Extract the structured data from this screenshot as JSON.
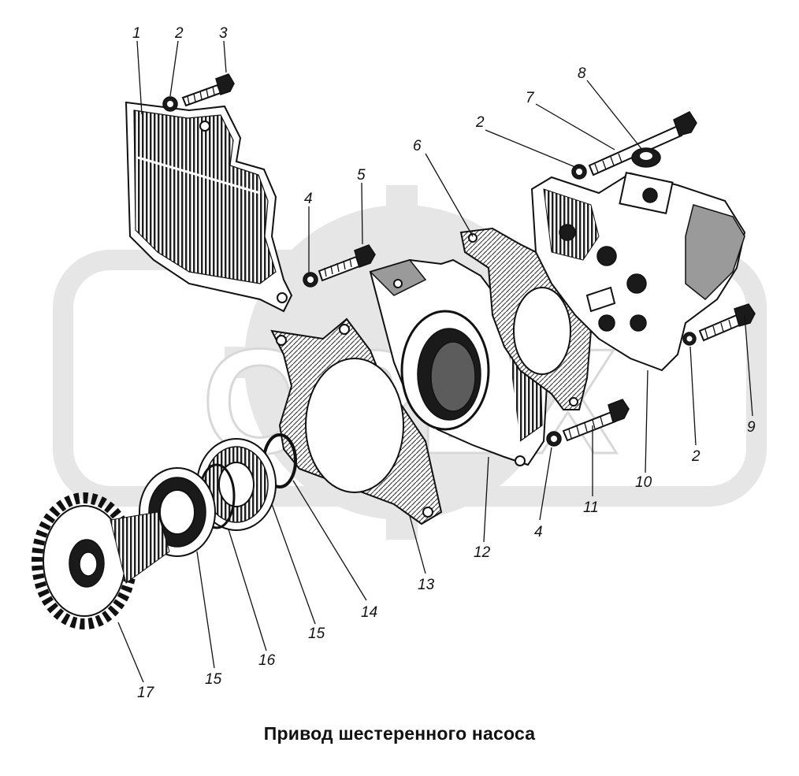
{
  "caption": "Привод шестеренного насоса",
  "watermark": {
    "text": "ОРЕХ",
    "color": "#e6e6e6"
  },
  "callouts": [
    {
      "id": "c-1",
      "label": "1"
    },
    {
      "id": "c-2a",
      "label": "2"
    },
    {
      "id": "c-3",
      "label": "3"
    },
    {
      "id": "c-4a",
      "label": "4"
    },
    {
      "id": "c-5",
      "label": "5"
    },
    {
      "id": "c-6",
      "label": "6"
    },
    {
      "id": "c-2b",
      "label": "2"
    },
    {
      "id": "c-7",
      "label": "7"
    },
    {
      "id": "c-8",
      "label": "8"
    },
    {
      "id": "c-9",
      "label": "9"
    },
    {
      "id": "c-2c",
      "label": "2"
    },
    {
      "id": "c-10",
      "label": "10"
    },
    {
      "id": "c-11",
      "label": "11"
    },
    {
      "id": "c-4b",
      "label": "4"
    },
    {
      "id": "c-12",
      "label": "12"
    },
    {
      "id": "c-13",
      "label": "13"
    },
    {
      "id": "c-14",
      "label": "14"
    },
    {
      "id": "c-15a",
      "label": "15"
    },
    {
      "id": "c-16",
      "label": "16"
    },
    {
      "id": "c-15b",
      "label": "15"
    },
    {
      "id": "c-17",
      "label": "17"
    }
  ]
}
